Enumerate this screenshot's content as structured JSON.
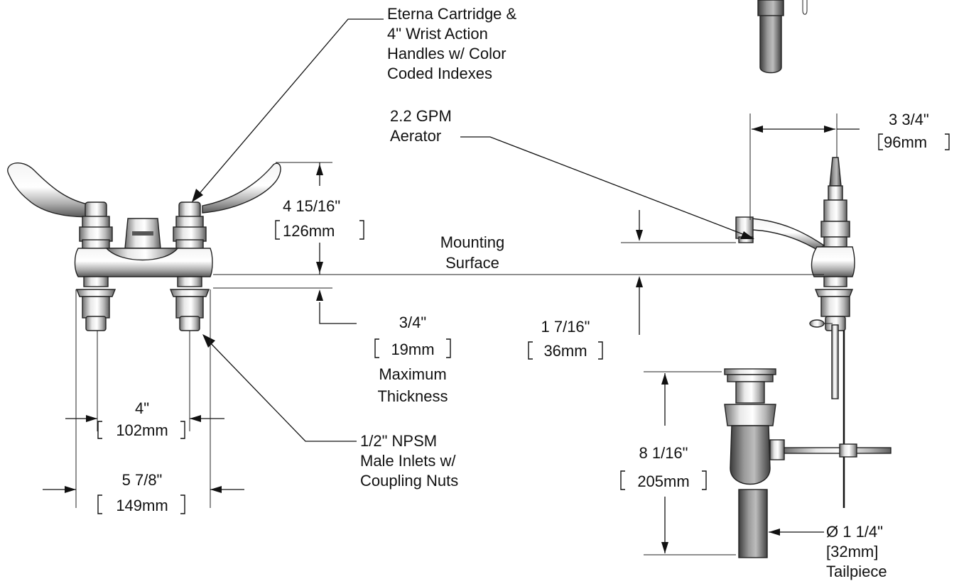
{
  "labels": {
    "cartridge": [
      "Eterna Cartridge &",
      "4\" Wrist Action",
      "Handles w/ Color",
      "Coded Indexes"
    ],
    "aerator": [
      "2.2 GPM",
      "Aerator"
    ],
    "spout_reach_in": "3 3/4\"",
    "spout_reach_mm": "96mm",
    "height_in": "4 15/16\"",
    "height_mm": "126mm",
    "mounting": [
      "Mounting",
      "Surface"
    ],
    "thickness_in": "3/4\"",
    "thickness_mm": "19mm",
    "thickness_note": [
      "Maximum",
      "Thickness"
    ],
    "spout_height_in": "1 7/16\"",
    "spout_height_mm": "36mm",
    "center_in": "4\"",
    "center_mm": "102mm",
    "inlets": [
      "1/2\" NPSM",
      "Male Inlets w/",
      "Coupling Nuts"
    ],
    "overall_in": "5 7/8\"",
    "overall_mm": "149mm",
    "drain_in": "8 1/16\"",
    "drain_mm": "205mm",
    "tailpiece": [
      "Ø 1 1/4\"",
      "[32mm]",
      "Tailpiece"
    ]
  }
}
